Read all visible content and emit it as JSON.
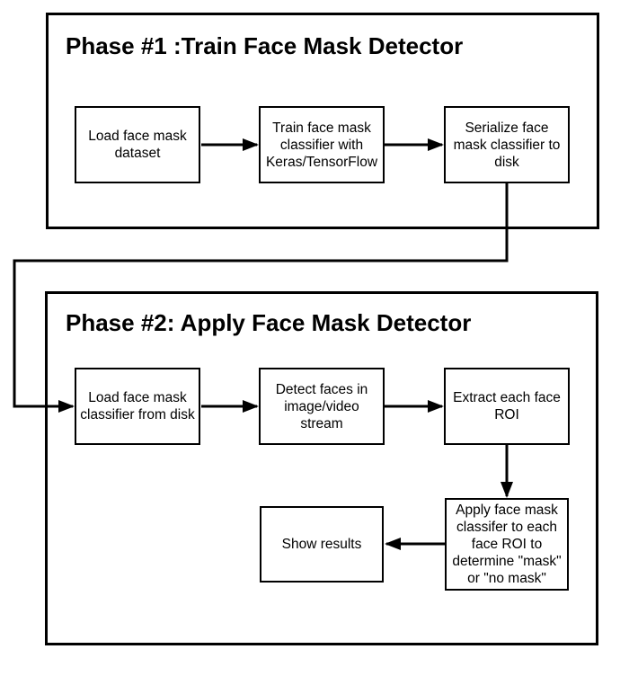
{
  "colors": {
    "line": "#000000",
    "text": "#000000",
    "background": "#ffffff"
  },
  "phase1": {
    "title": "Phase #1 :Train Face Mask Detector",
    "nodes": {
      "load_dataset": "Load face mask dataset",
      "train_classifier": "Train face mask classifier with Keras/TensorFlow",
      "serialize": "Serialize face mask classifier to disk"
    }
  },
  "phase2": {
    "title": "Phase #2: Apply Face Mask Detector",
    "nodes": {
      "load_classifier": "Load face mask classifier from disk",
      "detect_faces": "Detect faces in image/video stream",
      "extract_roi": "Extract each face ROI",
      "apply_classifier": "Apply face mask classifer to each face ROI to determine \"mask\" or \"no mask\"",
      "show_results": "Show results"
    }
  }
}
